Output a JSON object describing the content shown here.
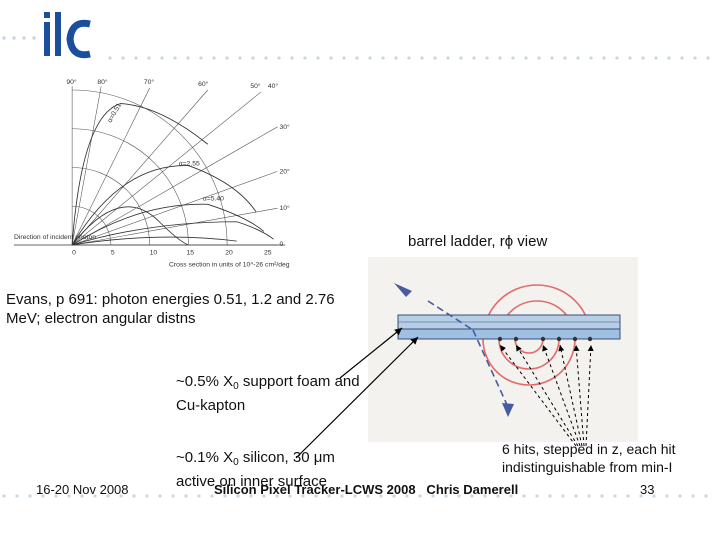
{
  "logo_text": "ilc",
  "brand_color": "#1b4f9c",
  "cross_section_diagram": {
    "angle_labels": [
      "90°",
      "80°",
      "70°",
      "60°",
      "50°",
      "40°",
      "30°",
      "20°",
      "10°",
      "0"
    ],
    "curve_labels": [
      "α=0.51",
      "α=2.55",
      "α=5.40"
    ],
    "x_ticks": [
      "0",
      "5",
      "10",
      "15",
      "20",
      "25"
    ],
    "incident_label": "Direction of incident photon",
    "axis_label": "Cross section in units of 10^-26 cm²/deg"
  },
  "barrel_title": "barrel ladder, rϕ view",
  "evans_caption": "Evans, p 691:  photon energies 0.51, 1.2 and 2.76 MeV; electron angular distns",
  "support": {
    "pre": "~0.5% X",
    "sub": "0",
    "post": " support foam and Cu-kapton"
  },
  "silicon": {
    "pre": "~0.1% X",
    "sub": "0",
    "post": " silicon, 30 μm active on inner surface"
  },
  "hits_caption": "6 hits, stepped in z, each hit indistinguishable from min-I",
  "footer": {
    "date": "16-20 Nov 2008",
    "title": "Silicon Pixel Tracker-LCWS 2008   Chris Damerell",
    "page": "33"
  }
}
